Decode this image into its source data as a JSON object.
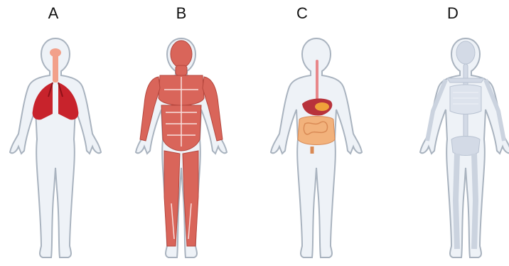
{
  "panels": [
    {
      "label": "A",
      "system": "respiratory",
      "icon": "lungs-icon"
    },
    {
      "label": "B",
      "system": "muscular",
      "icon": "muscles-icon"
    },
    {
      "label": "C",
      "system": "digestive",
      "icon": "digestive-organs-icon"
    },
    {
      "label": "D",
      "system": "skeletal",
      "icon": "skeleton-icon"
    }
  ],
  "colors": {
    "body_fill": "#eef2f7",
    "body_outline": "#a9b3bf",
    "lungs": "#c8232c",
    "trachea": "#f2a08a",
    "muscle": "#d9655a",
    "stomach": "#b8333b",
    "intestine": "#f2b27c",
    "esophagus": "#e8878a",
    "bone": "#d3dae6"
  }
}
